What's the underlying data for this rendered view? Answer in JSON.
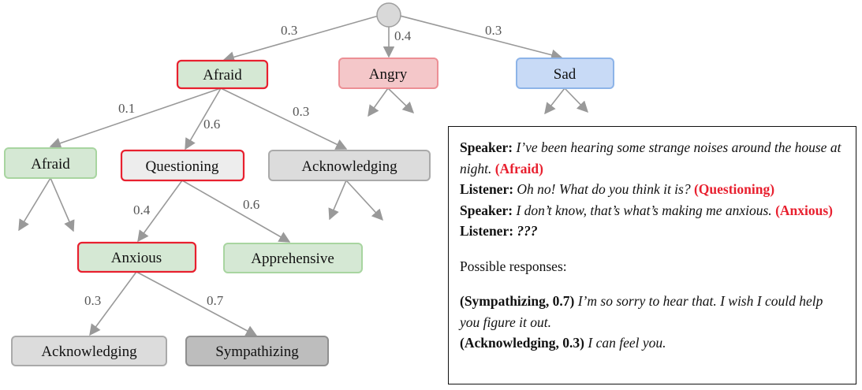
{
  "tree": {
    "root": {
      "label": ""
    },
    "edges": {
      "root_afraid": "0.3",
      "root_angry": "0.4",
      "root_sad": "0.3",
      "afraid_afraid": "0.1",
      "afraid_questioning": "0.6",
      "afraid_acknowledging": "0.3",
      "questioning_anxious": "0.4",
      "questioning_apprehensive": "0.6",
      "anxious_acknowledging": "0.3",
      "anxious_sympathizing": "0.7"
    },
    "nodes": {
      "afraid_top": "Afraid",
      "angry": "Angry",
      "sad": "Sad",
      "afraid_left": "Afraid",
      "questioning": "Questioning",
      "acknowledging_mid": "Acknowledging",
      "anxious": "Anxious",
      "apprehensive": "Apprehensive",
      "acknowledging_bottom": "Acknowledging",
      "sympathizing": "Sympathizing"
    }
  },
  "dialog": {
    "turns": [
      {
        "speaker": "Speaker:",
        "text": "I’ve been hearing some strange noises around the house at night.",
        "emotion": "(Afraid)"
      },
      {
        "speaker": "Listener:",
        "text": "Oh no! What do you think it is?",
        "emotion": "(Questioning)"
      },
      {
        "speaker": "Speaker:",
        "text": "I don’t know, that’s what’s making me anxious.",
        "emotion": "(Anxious)"
      },
      {
        "speaker": "Listener:",
        "text": "???",
        "emotion": ""
      }
    ],
    "possible_label": "Possible responses:",
    "responses": [
      {
        "head": "(Sympathizing, 0.7)",
        "text": "I’m so sorry to hear that. I wish I could help you figure it out."
      },
      {
        "head": "(Acknowledging, 0.3)",
        "text": "I can feel you."
      }
    ]
  },
  "colors": {
    "green_fill": "#d5e8d4",
    "green_stroke": "#a8d5a0",
    "red_fill": "#f4c7c9",
    "red_stroke": "#ec8f95",
    "blue_fill": "#c8daf6",
    "blue_stroke": "#8db4e8",
    "gray_fill": "#dcdcdc",
    "gray_stroke": "#aaaaaa",
    "dark_gray_fill": "#bdbdbd",
    "dark_gray_stroke": "#8f8f8f",
    "light_fill": "#ededed",
    "highlight_stroke": "#e8202f",
    "edge": "#999999",
    "emotion_text": "#e8202f"
  }
}
